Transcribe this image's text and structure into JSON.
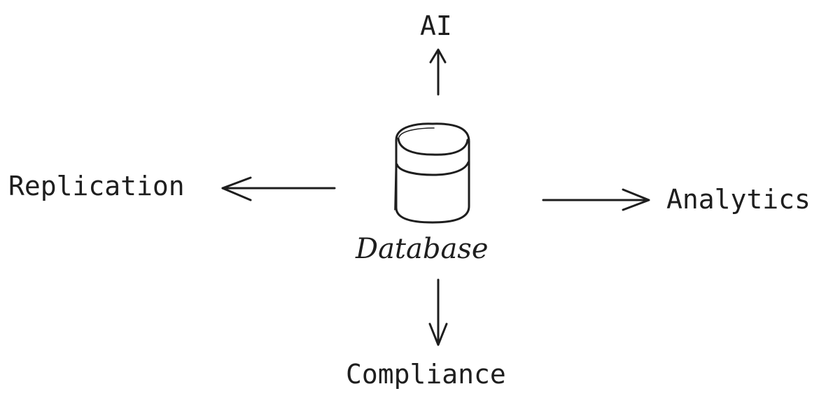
{
  "diagram": {
    "center_label": "Database",
    "targets": {
      "up": "AI",
      "left": "Replication",
      "right": "Analytics",
      "down": "Compliance"
    }
  },
  "colors": {
    "ink": "#1e1e1e",
    "background": "#ffffff"
  },
  "icons": {
    "center": "database-icon"
  }
}
